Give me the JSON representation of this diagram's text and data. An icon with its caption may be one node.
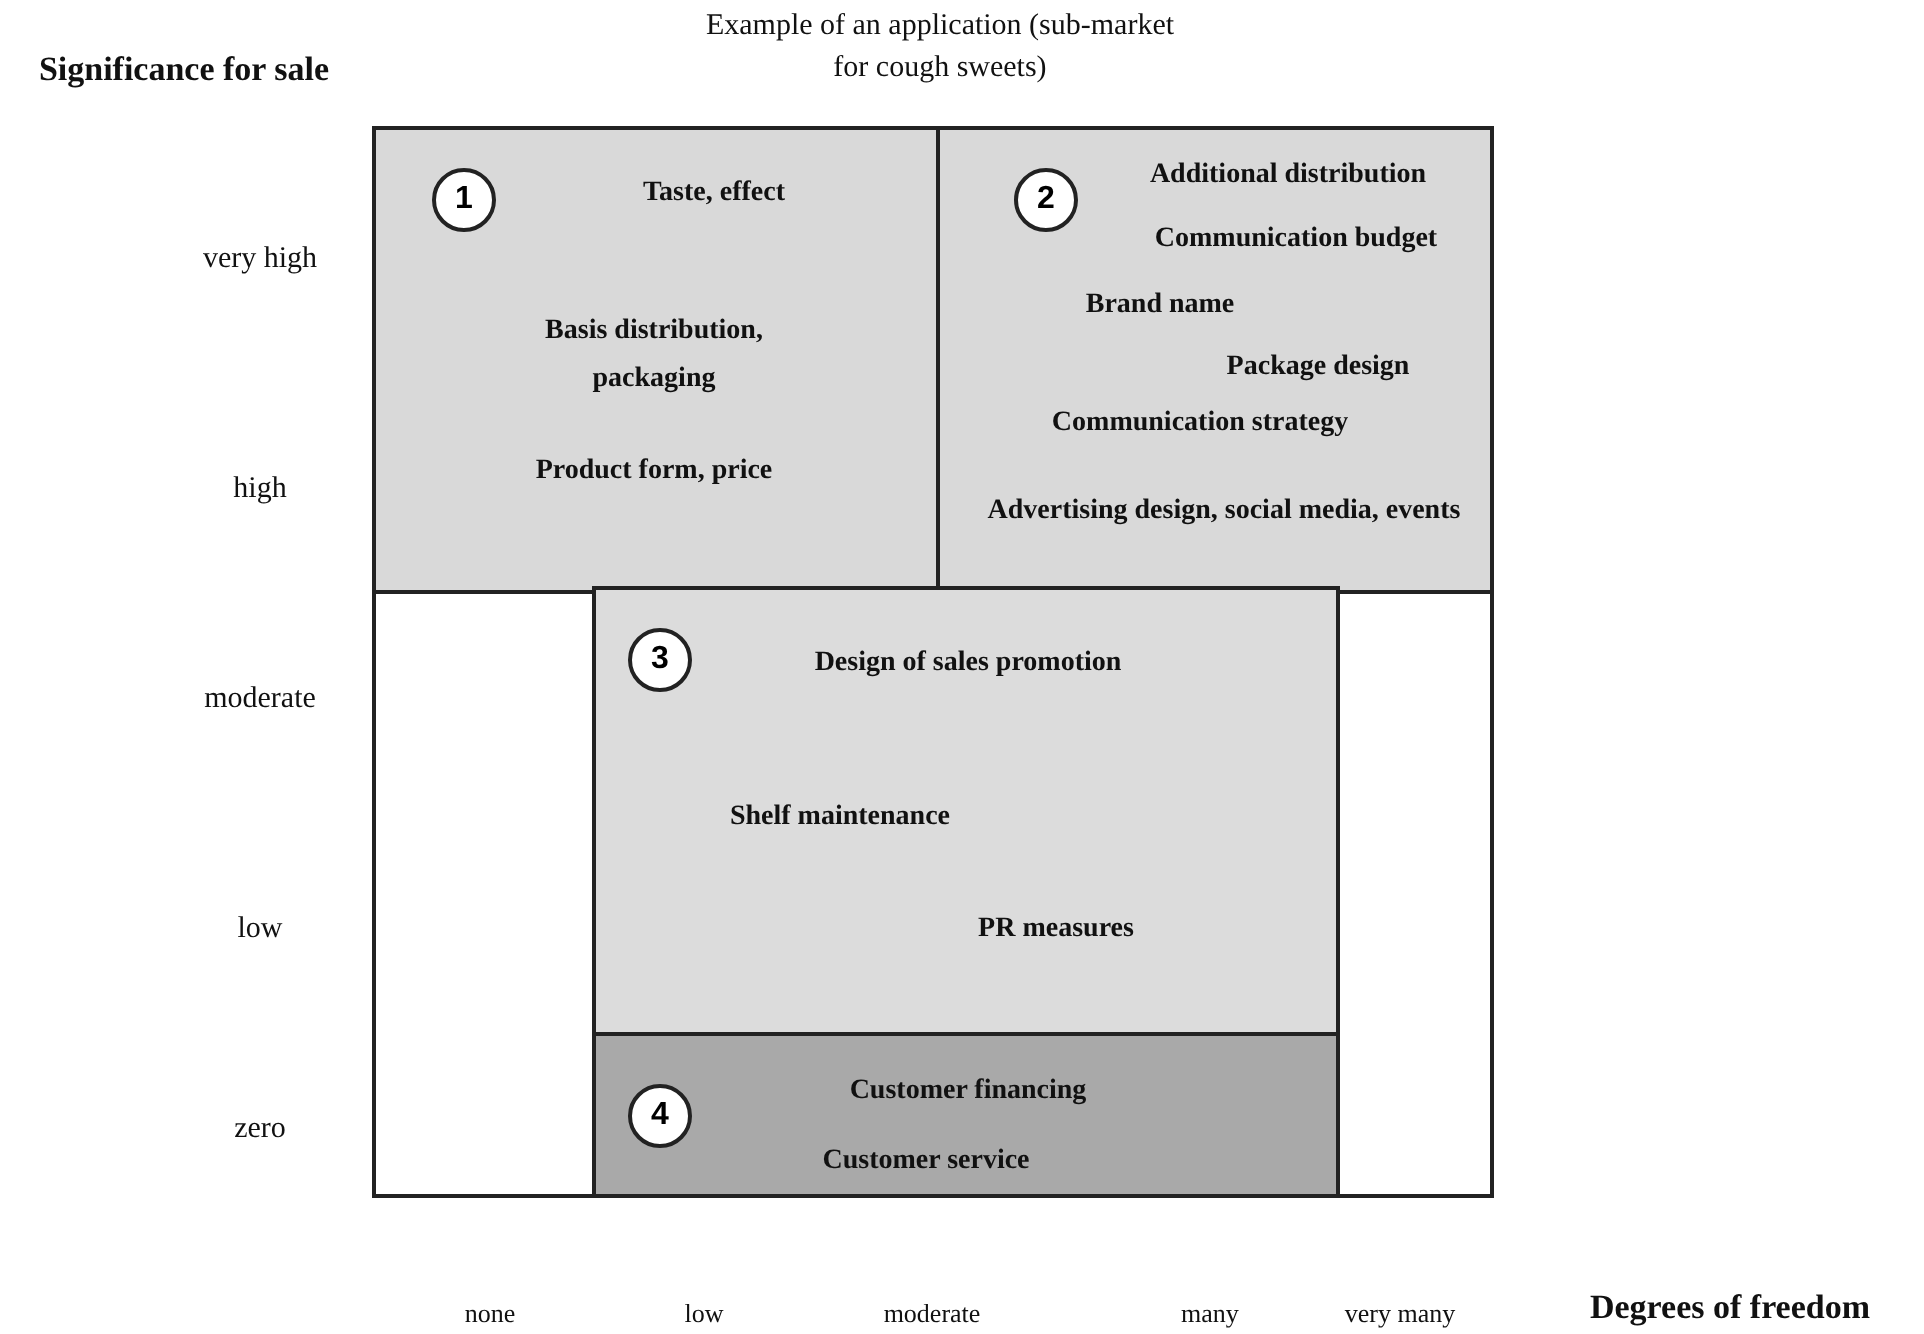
{
  "diagram": {
    "title": "Example of an application (sub-market for cough sweets)",
    "nodes": [
      {
        "text": [],
        "shape": "box"
      },
      {
        "text": [
          "Taste, effect",
          "Basis distribution, packaging",
          "Product form, price"
        ],
        "in": 0
      },
      {
        "text": [
          "1"
        ],
        "in": 1
      },
      {
        "text": [
          "Additional distribution",
          "Communication budget",
          "Brand name",
          "Package design",
          "Communication strategy",
          "Advertising design, social media, events"
        ],
        "in": 0
      },
      {
        "text": [
          "2"
        ],
        "in": 3
      },
      {
        "text": [
          "Design of sales promotion",
          "Shelf maintenance",
          "PR measures"
        ],
        "in": 0
      },
      {
        "text": [
          "3"
        ],
        "in": 5
      },
      {
        "text": [
          "Customer financing",
          "Customer service"
        ],
        "in": 0
      },
      {
        "text": [
          "4"
        ],
        "in": 7
      }
    ],
    "edges": [],
    "labels": [
      "Significance for sale",
      "very high",
      "high",
      "moderate",
      "low",
      "zero",
      "none",
      "low",
      "moderate",
      "many",
      "very many",
      "Degrees of freedom"
    ]
  }
}
